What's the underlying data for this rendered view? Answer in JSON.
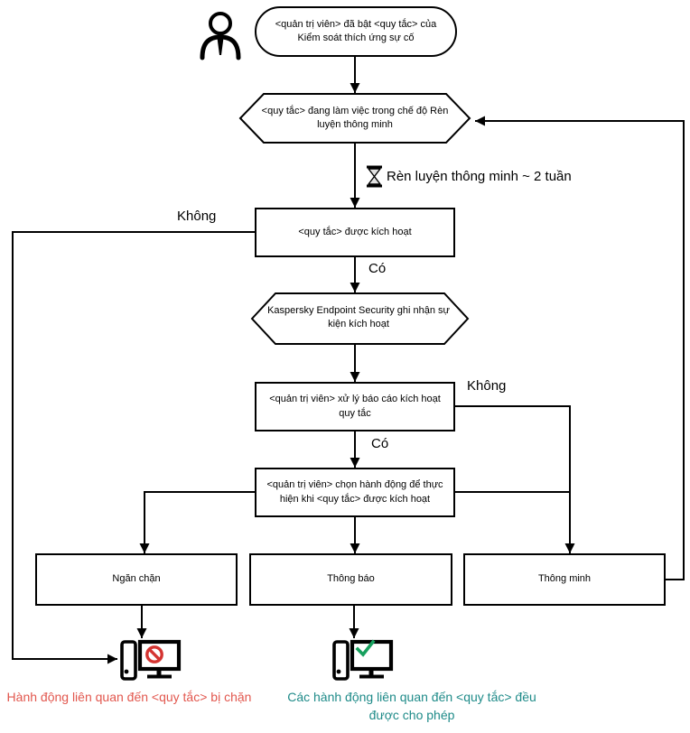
{
  "diagram": {
    "nodes": {
      "start": "<quản trị viên> đã bật <quy tắc> của Kiểm soát thích ứng sự cố",
      "smart_training_mode": "<quy tắc> đang làm việc trong chế độ Rèn luyện thông minh",
      "rule_triggered": "<quy tắc> được kích hoạt",
      "event_logged": "Kaspersky Endpoint Security ghi nhận sự kiện kích hoạt",
      "admin_processes_report": "<quản trị viên> xử lý báo cáo kích hoạt quy tắc",
      "admin_chooses_action": "<quản trị viên> chọn hành động để thực hiện khi <quy tắc> được kích hoạt",
      "action_block": "Ngăn chặn",
      "action_notify": "Thông báo",
      "action_smart": "Thông minh"
    },
    "edge_labels": {
      "smart_training_duration": "Rèn luyện thông minh ~ 2 tuần",
      "no_left": "Không",
      "yes_after_trigger": "Có",
      "no_right": "Không",
      "yes_after_report": "Có"
    },
    "captions": {
      "blocked": "Hành động liên quan đến <quy tắc> bị chặn",
      "allowed": "Các hành động liên quan đến <quy tắc> đều được cho phép"
    },
    "icons": {
      "actor": "person-icon",
      "timer": "hourglass-icon",
      "blocked_computer": "computer-with-prohibition-icon",
      "allowed_computer": "computer-with-checkmark-icon"
    },
    "colors": {
      "stroke": "#000000",
      "blocked_caption": "#e2574e",
      "allowed_caption": "#1f8b89",
      "prohibition_red": "#d43431",
      "checkmark_green": "#17a05e",
      "hourglass_fill": "#e3e3e3"
    }
  }
}
